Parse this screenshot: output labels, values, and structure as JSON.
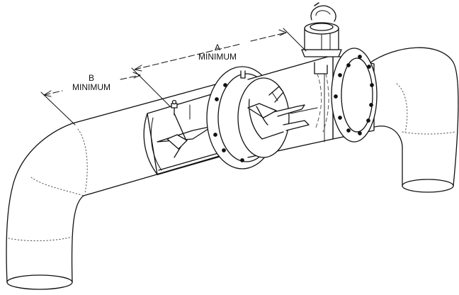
{
  "figure": {
    "dimension_a": {
      "letter": "A",
      "text": "MINIMUM"
    },
    "dimension_b": {
      "letter": "B",
      "text": "MINIMUM"
    },
    "line_color": "#111111",
    "hidden_line_color": "#555555",
    "fill_color": "#ffffff"
  }
}
